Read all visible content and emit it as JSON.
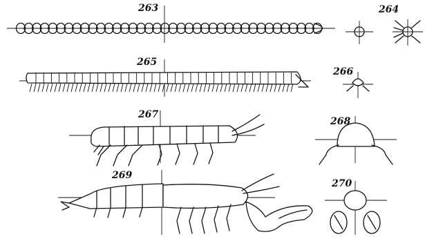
{
  "figures": [
    {
      "id": "fig-263",
      "label": "263"
    },
    {
      "id": "fig-264",
      "label": "264"
    },
    {
      "id": "fig-265",
      "label": "265"
    },
    {
      "id": "fig-266",
      "label": "266"
    },
    {
      "id": "fig-267",
      "label": "267"
    },
    {
      "id": "fig-268",
      "label": "268"
    },
    {
      "id": "fig-269",
      "label": "269"
    },
    {
      "id": "fig-270",
      "label": "270"
    }
  ]
}
